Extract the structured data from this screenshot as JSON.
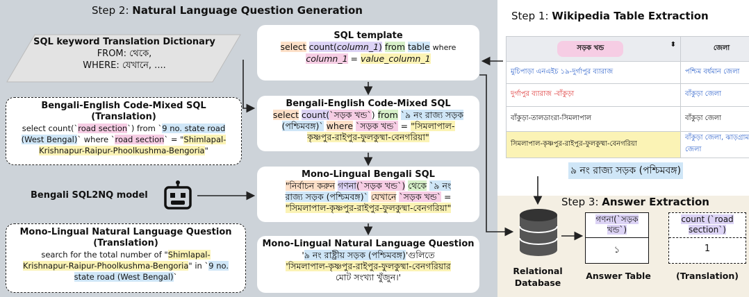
{
  "step2": {
    "prefix": "Step 2: ",
    "title": "Natural Language Question Generation"
  },
  "step1": {
    "prefix": "Step 1: ",
    "title": "Wikipedia Table Extraction"
  },
  "step3": {
    "prefix": "Step 3: ",
    "title": "Answer Extraction"
  },
  "dictionary": {
    "title": "SQL keyword Translation Dictionary",
    "line1": "FROM: থেকে,",
    "line2": "WHERE: যেখানে, ...."
  },
  "sql_template": {
    "title": "SQL template",
    "select": "select",
    "count": "count(",
    "col1": "column_1",
    "close": ")",
    "from": "from",
    "table": "table",
    "where": "where",
    "col1b": "column_1",
    "eq": "=",
    "value": "value_column_1"
  },
  "codemixed_translation": {
    "title": "Bengali-English Code-Mixed SQL",
    "subtitle": "(Translation)",
    "t1": "select count(`",
    "t2": "road section",
    "t3": "`) from `",
    "t4": "9 no. state road",
    "t5": "(West Bengal)",
    "t6": "` where `",
    "t7": "road section",
    "t8": "` = \"",
    "t9": "Shimlapal-",
    "t10": "Krishnapur-Raipur-Phoolkushma-Bengoria",
    "t11": "\""
  },
  "codemixed": {
    "title": "Bengali-English Code-Mixed SQL",
    "select": "select",
    "count": "count(",
    "col": "`সড়ক খন্ড`",
    "close": ")",
    "from": "from",
    "table1": "`৯ নং রাজ্য সড়ক",
    "table2": "(পশ্চিমবঙ্গ)`",
    "where": "where",
    "col2": "`সড়ক খন্ড`",
    "eq": "=",
    "val1": "\"সিমলাপাল-",
    "val2": "কৃষ্ণপুর-রাইপুর-ফুলকুষ্মা-বেনগরিয়া\""
  },
  "monolingual_sql": {
    "title": "Mono-Lingual Bengali SQL",
    "select": "\"নির্বাচন করুন",
    "count": "গণনা",
    "col": "(`সড়ক খন্ড`)",
    "from": "থেকে",
    "table1": "`৯ নং",
    "table2": "রাজ্য সড়ক (পশ্চিমবঙ্গ)`",
    "where": "যেখানে",
    "col2": "`সড়ক খন্ড`",
    "eq": "=",
    "val": "\"সিমলাপাল-কৃষ্ণপুর-রাইপুর-ফুলকুষ্মা-বেনগরিয়া\""
  },
  "model": {
    "label": "Bengali SQL2NQ model"
  },
  "nlq": {
    "title": "Mono-Lingual Natural Language Question",
    "l1a": "'",
    "l1b": "৯ নং রাষ্ট্রীয় সড়ক (পশ্চিমবঙ্গ)",
    "l1c": "'গুলিতে",
    "l2a": "'সিমলাপাল-কৃষ্ণপুর-রাইপুর-ফুলকুষ্মা-বেনগরিয়ার",
    "l3": "মোট সংখ্যা খুঁজুন।'"
  },
  "nlq_translation": {
    "title": "Mono-Lingual Natural Language Question",
    "subtitle": "(Translation)",
    "t1": "search for the total number of \"",
    "t2": "Shimlapal-",
    "t3": "Krishnapur-Raipur-Phoolkushma-Bengoria",
    "t4": "\" in `",
    "t5": "9 no.",
    "t6": "state road (West Bengal)",
    "t7": "`"
  },
  "wiki_table": {
    "headers": [
      "সড়ক খন্ড",
      "জেলা"
    ],
    "rows": [
      [
        "মুচিপাড়া এনএইচ ১৯-দুর্গাপুর ব্যারাজ",
        "পশ্চিম বর্ধমান জেলা"
      ],
      [
        "দুর্গাপুর ব্যারাজ -বাঁকুড়া",
        "বাঁকুড়া জেলা"
      ],
      [
        "বাঁকুড়া-তালডাংরা-সিমলাপাল",
        "বাঁকুড়া জেলা"
      ],
      [
        "সিমলাপাল-কৃষ্ণপুর-রাইপুর-ফুলকুষ্মা-বেনগরিয়া",
        "বাঁকুড়া জেলা, ঝাড়গ্রাম জেলা"
      ]
    ],
    "caption": "৯ নং রাজ্য সড়ক (পশ্চিমবঙ্গ)"
  },
  "database": {
    "label1": "Relational",
    "label2": "Database"
  },
  "answer_table": {
    "header": "গণনা(`সড়ক খন্ড`)",
    "value": "১",
    "label": "Answer Table"
  },
  "translation_table": {
    "header1": "count (`road",
    "header2": "section`)",
    "value": "1",
    "label": "(Translation)"
  }
}
